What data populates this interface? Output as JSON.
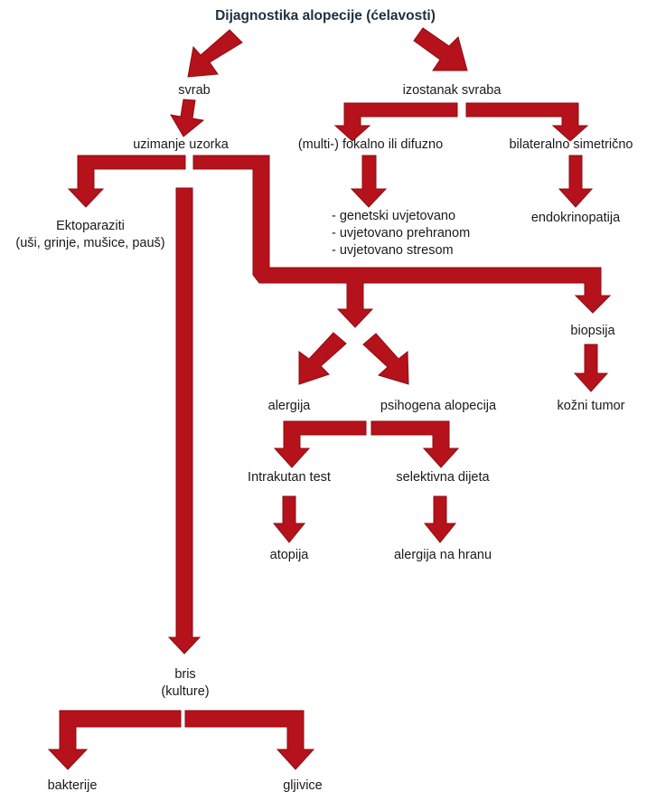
{
  "title": "Dijagnostika alopecije (ćelavosti)",
  "nodes": {
    "svrab": "svrab",
    "izostanak_svraba": "izostanak svraba",
    "uzimanje_uzorka": "uzimanje uzorka",
    "fokalno": "(multi-) fokalno ili difuzno",
    "bilateralno": "bilateralno simetrično",
    "ektoparaziti_1": "Ektoparaziti",
    "ektoparaziti_2": "(uši, grinje, mušice, pauš)",
    "genetski": "- genetski uvjetovano",
    "prehranom": "- uvjetovano prehranom",
    "stresom": "- uvjetovano stresom",
    "endokrinopatija": "endokrinopatija",
    "biopsija": "biopsija",
    "kozni_tumor": "kožni tumor",
    "alergija": "alergija",
    "psihogena": "psihogena alopecija",
    "intrakutan": "Intrakutan test",
    "selektivna": "selektivna dijeta",
    "atopija": "atopija",
    "alergija_hrana": "alergija na hranu",
    "bris_1": "bris",
    "bris_2": "(kulture)",
    "bakterije": "bakterije",
    "gljivice": "gljivice"
  },
  "colors": {
    "arrow_fill": "#b5121b",
    "arrow_stroke": "#8e0c13",
    "title_text": "#1f2f40"
  }
}
